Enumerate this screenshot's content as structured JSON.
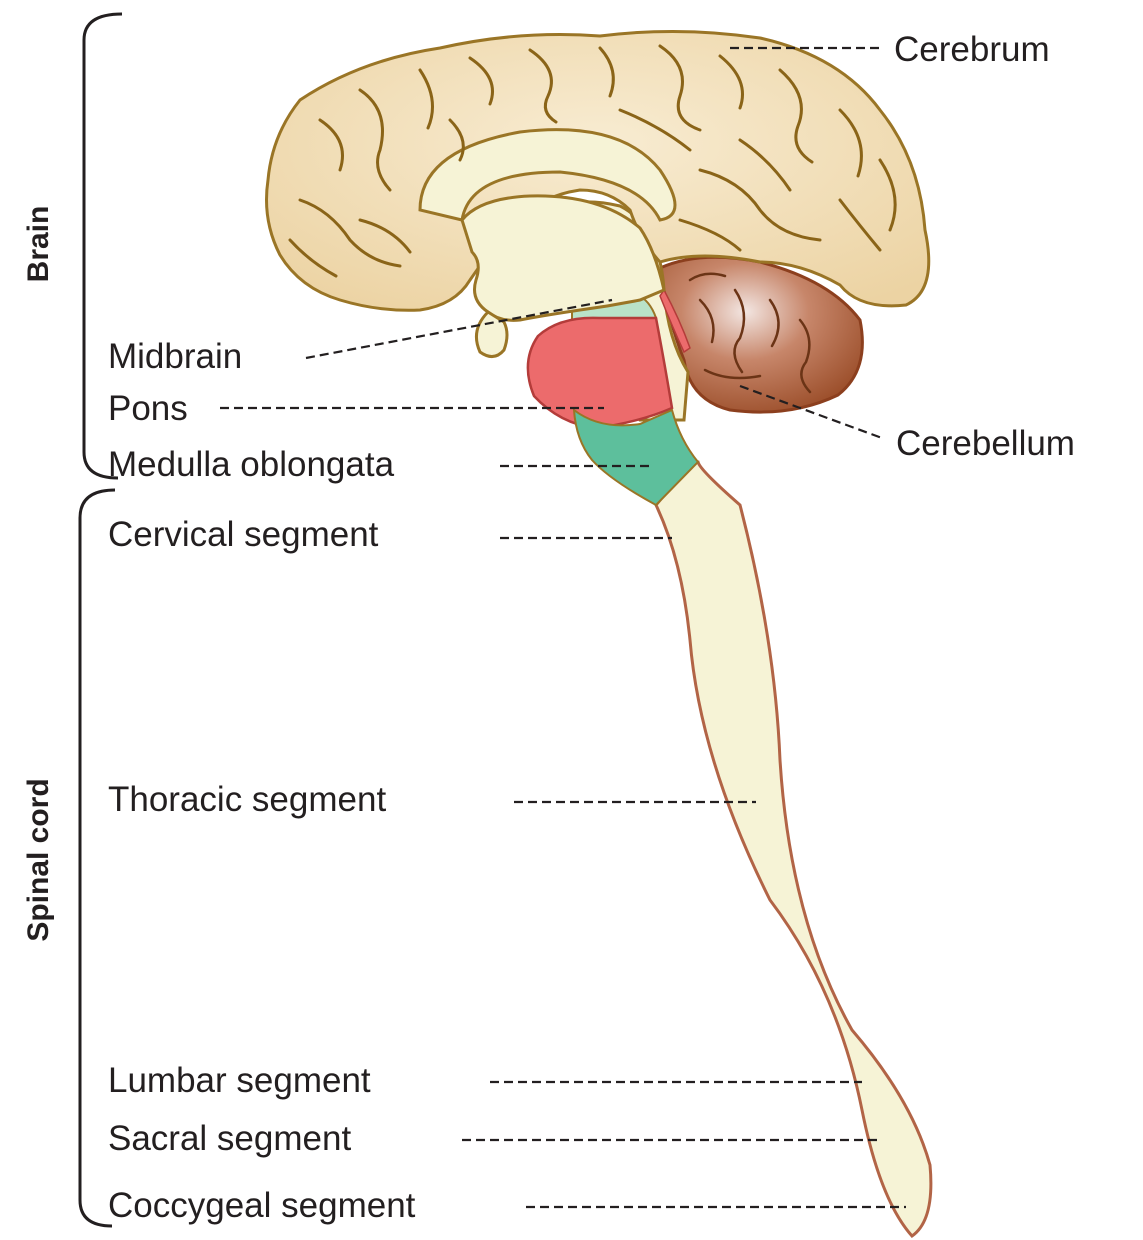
{
  "groups": {
    "brain": "Brain",
    "spinal_cord": "Spinal cord"
  },
  "labels": {
    "cerebrum": "Cerebrum",
    "cerebellum": "Cerebellum",
    "midbrain": "Midbrain",
    "pons": "Pons",
    "medulla": "Medulla oblongata",
    "cervical": "Cervical segment",
    "thoracic": "Thoracic segment",
    "lumbar": "Lumbar segment",
    "sacral": "Sacral segment",
    "coccygeal": "Coccygeal segment"
  },
  "colors": {
    "cerebrum_fill": "#f1dcb4",
    "cerebrum_outline": "#9a7526",
    "inner_fill": "#f6f3d6",
    "midbrain_fill": "#b9e2c8",
    "pons_fill": "#ec6b6c",
    "medulla_fill": "#5dbf9c",
    "cerebellum_fill": "#b3623c",
    "spinal_outline": "#b26446"
  }
}
